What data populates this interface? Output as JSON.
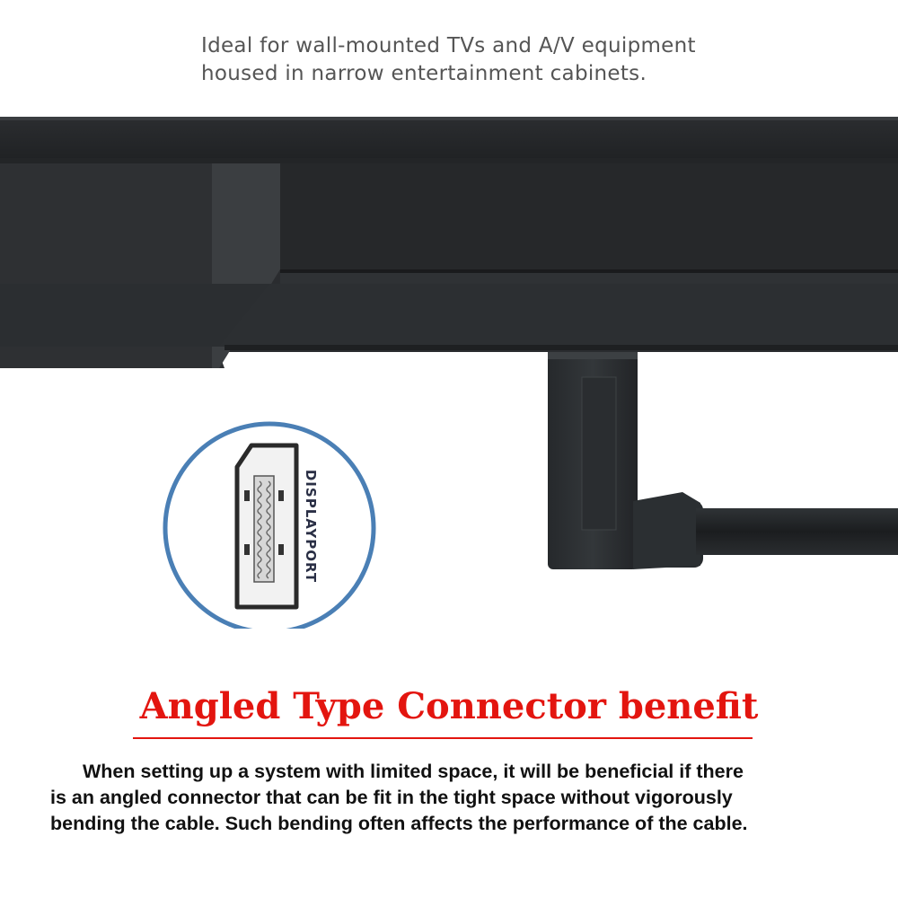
{
  "caption": {
    "line1": "Ideal for wall-mounted TVs and A/V equipment",
    "line2": "housed in narrow entertainment cabinets."
  },
  "port_inset": {
    "label": "DISPLAYPORT",
    "ring_color": "#4a7fb5"
  },
  "benefit": {
    "title": "Angled Type Connector benefit",
    "title_color": "#e3150f",
    "lines": [
      "When setting up a system with limited space, it will be beneficial if there",
      "is an angled connector that can be fit in the tight space without vigorously",
      "bending the cable. Such bending often affects the performance of the cable."
    ]
  }
}
